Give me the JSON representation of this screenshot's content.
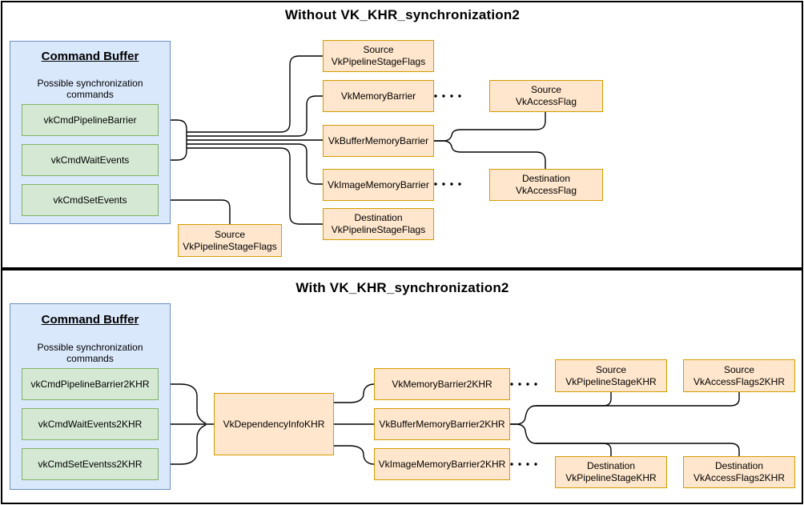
{
  "colors": {
    "panel_border": "#000000",
    "command_buffer_fill": "#dae8fc",
    "command_buffer_border": "#6c8ebf",
    "command_fill": "#d5e8d4",
    "command_border": "#82b366",
    "node_fill": "#ffe6cc",
    "node_border": "#d79b00",
    "connector": "#000000"
  },
  "top_panel": {
    "title": "Without VK_KHR_synchronization2",
    "command_buffer": {
      "heading": "Command Buffer",
      "subheading": "Possible synchronization\ncommands",
      "commands": [
        "vkCmdPipelineBarrier",
        "vkCmdWaitEvents",
        "vkCmdSetEvents"
      ]
    },
    "boxes": {
      "set_events_source_stage": "Source\nVkPipelineStageFlags",
      "source_stage": "Source\nVkPipelineStageFlags",
      "memory_barrier": "VkMemoryBarrier",
      "buffer_memory_barrier": "VkBufferMemoryBarrier",
      "image_memory_barrier": "VkImageMemoryBarrier",
      "destination_stage": "Destination\nVkPipelineStageFlags",
      "source_access": "Source\nVkAccessFlag",
      "destination_access": "Destination\nVkAccessFlag"
    }
  },
  "bottom_panel": {
    "title": "With VK_KHR_synchronization2",
    "command_buffer": {
      "heading": "Command Buffer",
      "subheading": "Possible synchronization\ncommands",
      "commands": [
        "vkCmdPipelineBarrier2KHR",
        "vkCmdWaitEvents2KHR",
        "vkCmdSetEventss2KHR"
      ]
    },
    "boxes": {
      "dependency_info": "VkDependencyInfoKHR",
      "memory_barrier": "VkMemoryBarrier2KHR",
      "buffer_memory_barrier": "VkBufferMemoryBarrier2KHR",
      "image_memory_barrier": "VkImageMemoryBarrier2KHR",
      "source_stage": "Source\nVkPipelineStageKHR",
      "source_access": "Source\nVkAccessFlags2KHR",
      "destination_stage": "Destination\nVkPipelineStageKHR",
      "destination_access": "Destination\nVkAccessFlags2KHR"
    }
  }
}
